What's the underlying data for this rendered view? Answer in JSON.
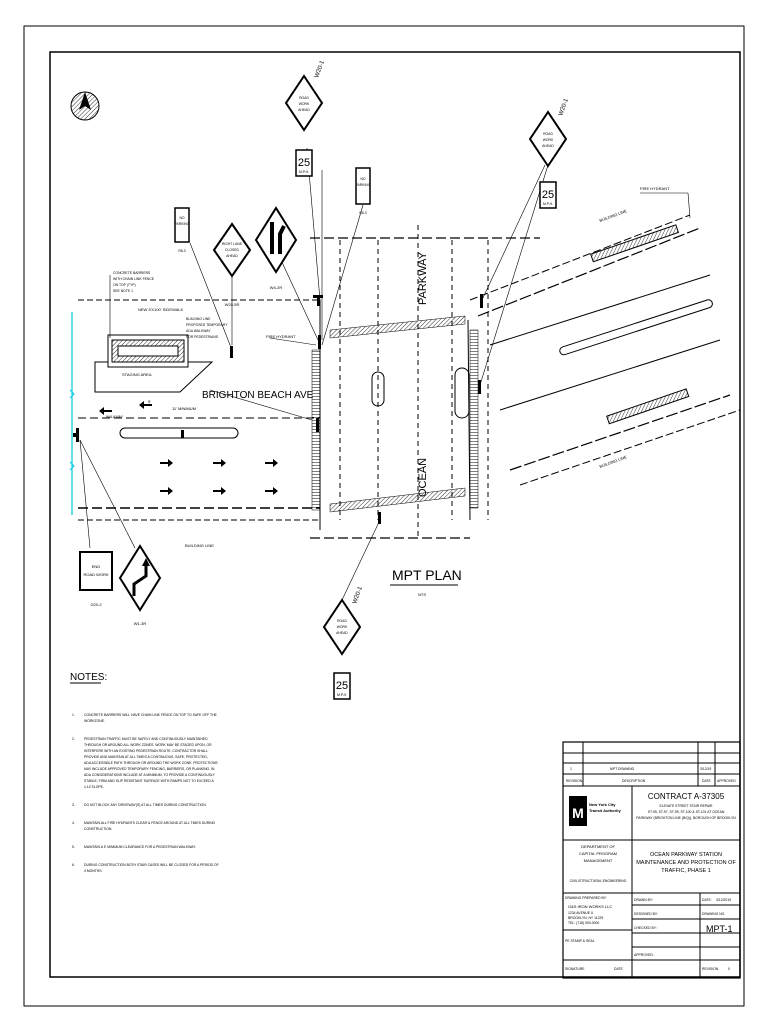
{
  "plan": {
    "title": "MPT PLAN",
    "scale": "NTS",
    "streets": {
      "brighton": "BRIGHTON BEACH AVE",
      "ocean": "OCEAN",
      "parkway": "PARKWAY"
    },
    "labels": {
      "building_line": "BUILDING LINE",
      "staging_area": "STAGING AREA",
      "fire_hydrant": "FIRE HYDRANT",
      "clear_min": "11' MINIMUM",
      "new_sidewalk": "NEW 5'X100' SIDEWALK",
      "concrete_barriers": [
        "CONCRETE BARRIERS",
        "WITH CHAIN LINK FENCE",
        "ON TOP (TYP)",
        "SEE NOTE 1"
      ],
      "building_line_note": [
        "BUILDING LINE",
        "PROPOSED TEMPORARY",
        "ADA WALKWAY",
        "FOR PEDESTRIANS"
      ],
      "width_note": "5'",
      "walkway_note": "WALKWAY"
    }
  },
  "signs": {
    "road_work_ahead": [
      "ROAD",
      "WORK",
      "AHEAD"
    ],
    "road_work_code": "W20-1",
    "speed": "25",
    "speed_unit": "M.P.H.",
    "no_parking": [
      "NO",
      "PARKING"
    ],
    "no_parking_code": "R8-3",
    "right_lane_closed": [
      "RIGHT LANE",
      "CLOSED",
      "AHEAD"
    ],
    "right_lane_code": "W20-5R",
    "lane_shift_code": "W4-2R",
    "end_road_work": [
      "END",
      "ROAD WORK"
    ],
    "end_road_work_code": "G20-2",
    "reverse_curve_code": "W1-3R"
  },
  "notes": {
    "heading": "NOTES:",
    "items": [
      {
        "num": "1.",
        "lines": [
          "CONCRETE BARRIERS WILL HAVE CHAIN LINK FENCE ON TOP TO SAFE OFF THE",
          "WORKZONE."
        ]
      },
      {
        "num": "2.",
        "lines": [
          "PEDESTRIAN TRAFFIC MUST BE SAFELY AND CONTINUOUSLY MAINTAINED",
          "THROUGH OR AROUND ALL WORK ZONES. WORK MAY BE STAGED UPON, OR",
          "INTERFERE WITH AN EXISTING PEDESTRIAN ROUTE. CONTRACTOR SHALL",
          "PROVIDE AND MAINTAIN AT ALL TIMES A CONTINUOUS, SAFE, PROTECTED,",
          "ADA ACCESSIBLE PATH THROUGH OR AROUND THE WORK ZONE. PROTECTIONS",
          "MAY INCLUDE APPROVED TEMPORARY FENCING, BARRIERS, OR PLANKING. IN",
          "ADA CONSIDERATIONS INCLUDE AT A MINIMUM, TO PROVIDE A CONTINUOUSLY",
          "STABLE, FIRM AND SLIP RESISTANT SURFACE WITH RAMPS NOT TO EXCEED A",
          "1:12 SLOPE."
        ]
      },
      {
        "num": "3.",
        "lines": [
          "DO NOT BLOCK ANY DRIVEWAY(S) AT ALL TIMES DURING CONSTRUCTION."
        ]
      },
      {
        "num": "4.",
        "lines": [
          "MAINTAIN ALL FIRE HYDRANTS CLEAR & FENCE AROUND AT ALL TIMES DURING",
          "CONSTRUCTION."
        ]
      },
      {
        "num": "5.",
        "lines": [
          "MAINTAIN A 5' MINIMUM CLEARANCE FOR A PEDESTRIAN WALKWAY."
        ]
      },
      {
        "num": "6.",
        "lines": [
          "DURING CONSTRUCTION BOTH STAIR CASES WILL BE CLOSED FOR A PERIOD OF",
          "4 MONTHS."
        ]
      }
    ]
  },
  "title_block": {
    "revision_row": [
      "1",
      "MPT DRAWING",
      "3/12/19",
      ""
    ],
    "headers": [
      "REVISION",
      "DESCRIPTION",
      "DATE",
      "APPROVED"
    ],
    "contract": "CONTRACT A-37305",
    "contract_desc": [
      "ELEVATE STREET STAIR REPAIR",
      "ST-95, ST-97, ST-99, ST-100 & ST-101 AT OCEAN",
      "PARKWAY (BRIGHTON LINE (B/Q)), BOROUGH OF BROOKLYN"
    ],
    "agency": [
      "New York City",
      "Transit Authority"
    ],
    "dept": [
      "DEPARTMENT OF",
      "CAPITAL PROGRAM",
      "MANAGEMENT"
    ],
    "division": "CIVIL/STRUCTURAL ENGINEERING",
    "project_title": [
      "OCEAN PARKWAY STATION",
      "MAINTENANCE AND PROTECTION OF",
      "TRAFFIC, PHASE 1"
    ],
    "prepared_by_label": "DRAWING PREPARED BY:",
    "firm": "G&S IRON WORKS LLC",
    "firm_address": [
      "1234 AVENUE U",
      "BROOKLYN, NY 11229",
      "TEL: (718) 000-0000"
    ],
    "drawn_by": "DRAWN BY:",
    "designed_by": "DESIGNED BY:",
    "checked_by": "CHECKED BY:",
    "approved": "APPROVED:",
    "date_label": "DATE:",
    "date_value": "3/12/2019",
    "drawing_no_label": "DRAWING NO.",
    "drawing_no": "MPT-1",
    "revision_label": "REVISION",
    "revision_value": "0",
    "stamp_label": "PE STAMP & SEAL",
    "signature_label": "SIGNATURE",
    "date_label2": "DATE"
  }
}
